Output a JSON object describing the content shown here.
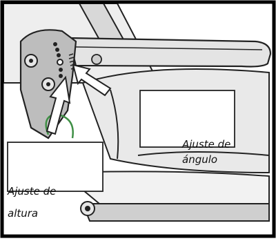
{
  "labels": {
    "height_line1": "Ajuste de",
    "height_line2": "altura",
    "angle_line1": "Ajuste de",
    "angle_line2": "ángulo"
  },
  "colors": {
    "line": "#222222",
    "light_gray": "#ececec",
    "mid_gray": "#cfcfcf",
    "dark_gray": "#a8a8a8",
    "cable_green": "#3f8f45",
    "arrow_fill": "#ffffff",
    "background": "#ffffff"
  }
}
